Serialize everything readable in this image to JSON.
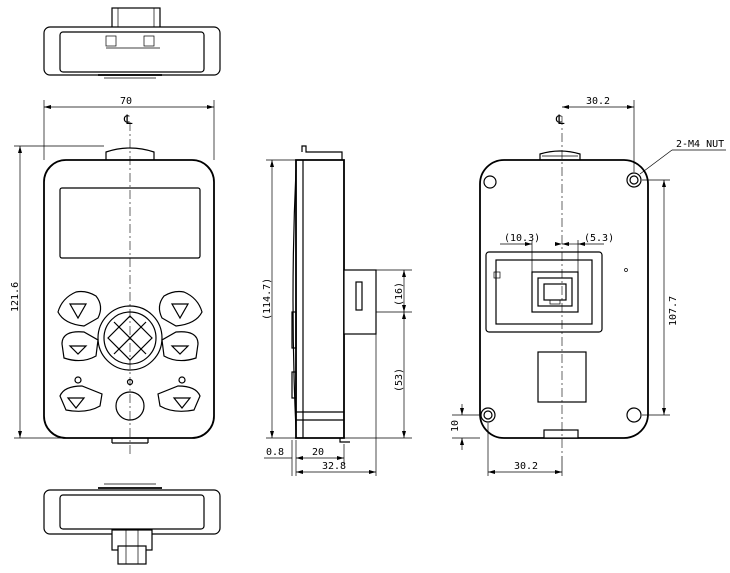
{
  "dimensions": {
    "front_width": "70",
    "front_height": "121.6",
    "side_height": "(114.7)",
    "side_connector": "(16)",
    "side_lower": "(53)",
    "side_offset": "0.8",
    "side_body_depth": "20",
    "side_total_depth": "32.8",
    "rear_top_offset": "30.2",
    "rear_bottom_offset": "30.2",
    "rear_left_port": "(10.3)",
    "rear_right_port": "(5.3)",
    "rear_hole_spacing": "107.7",
    "rear_hole_bottom": "10"
  },
  "labels": {
    "nut_callout": "2-M4 NUT",
    "centerline_front": "℄",
    "centerline_rear": "℄"
  }
}
